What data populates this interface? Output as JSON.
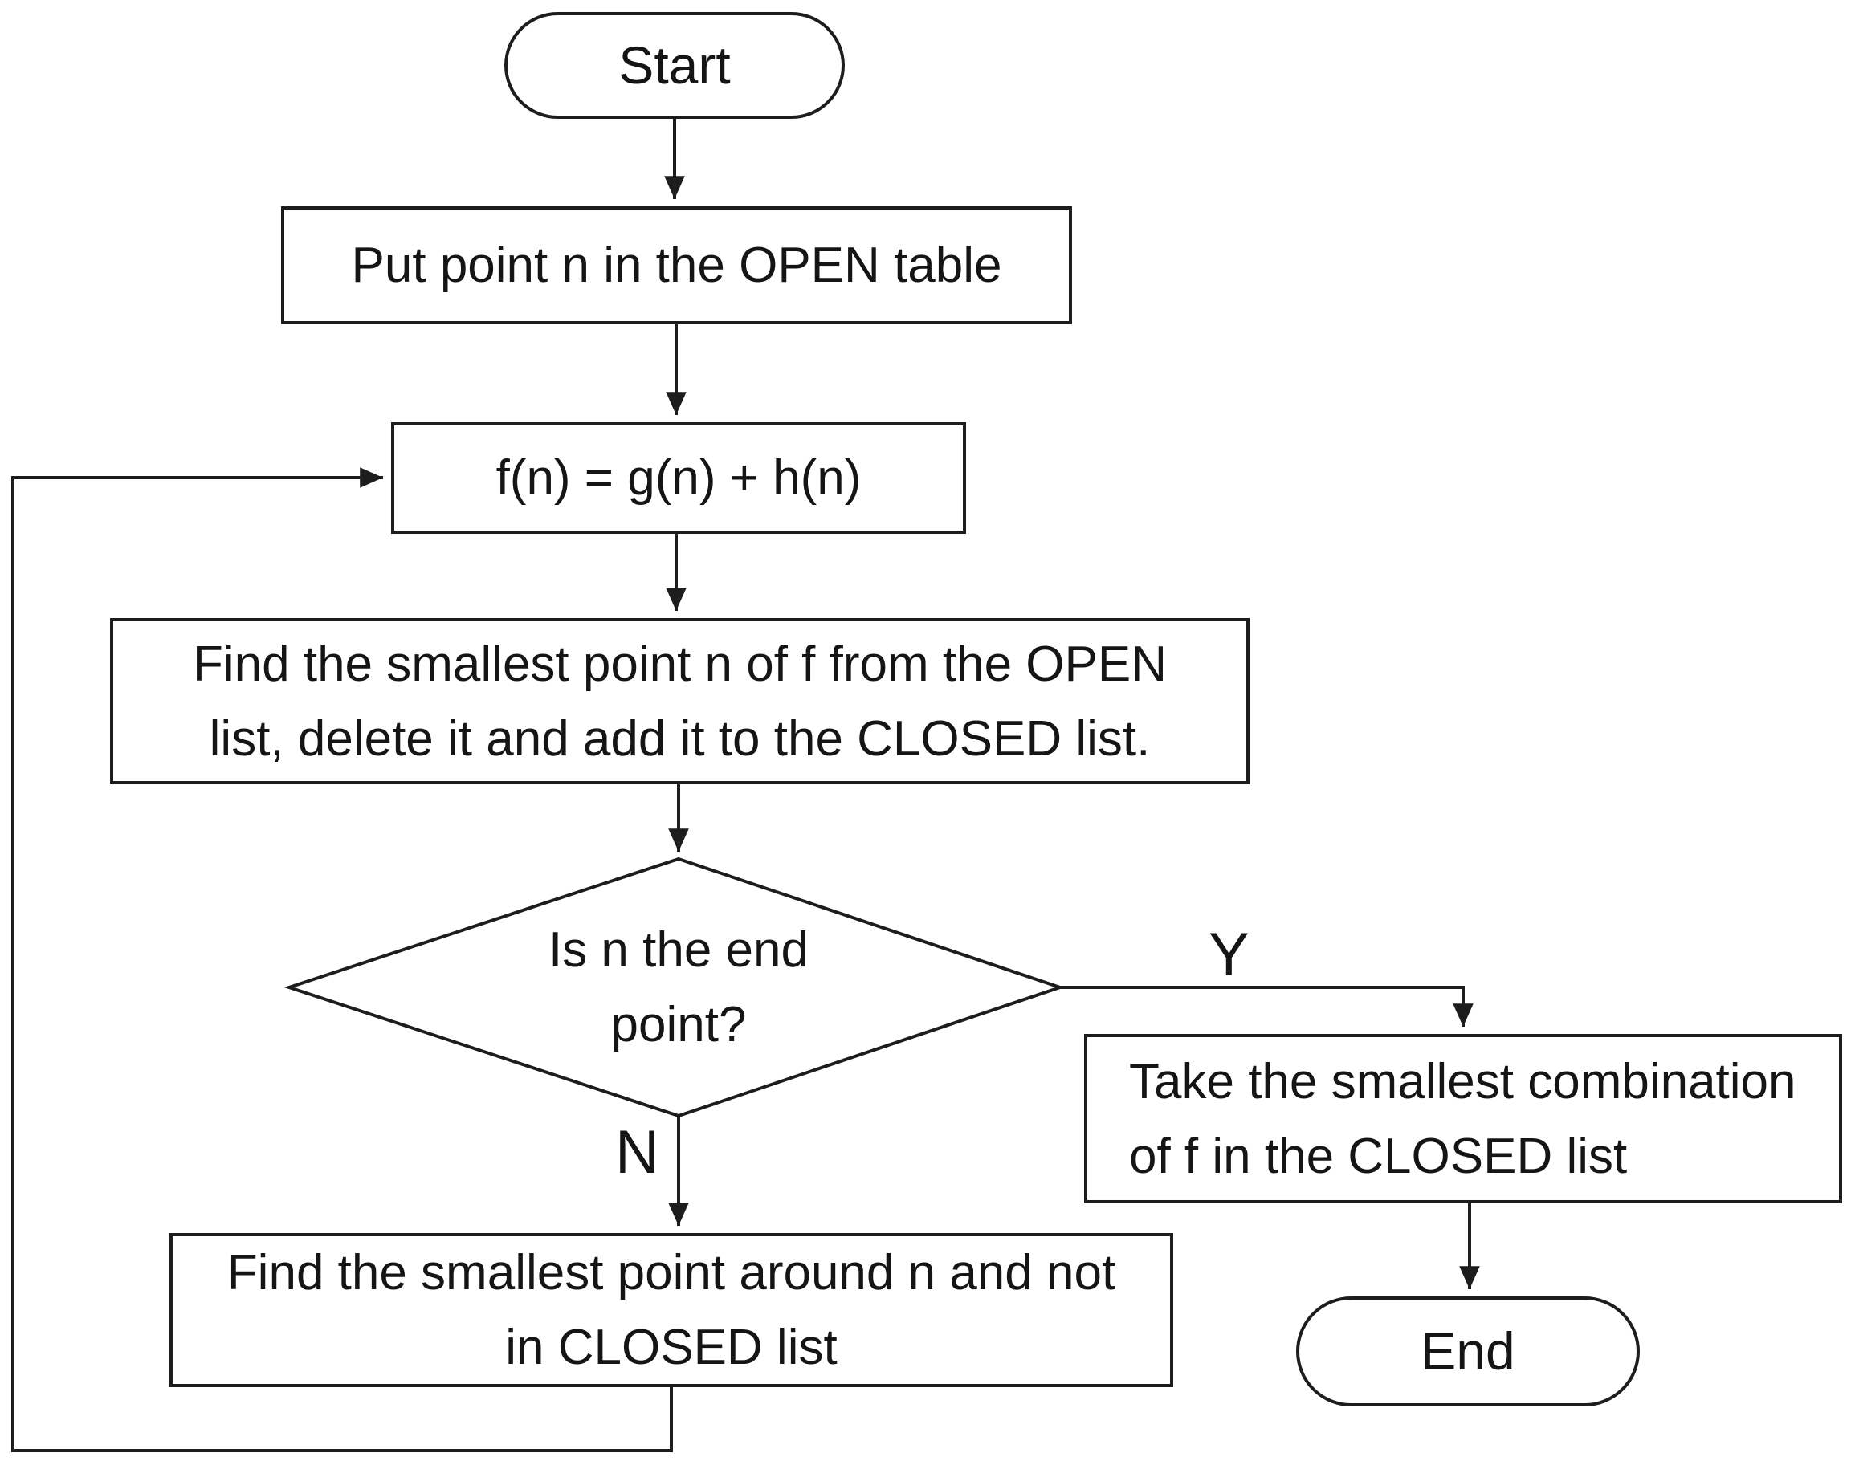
{
  "diagram": {
    "type": "flowchart",
    "colors": {
      "stroke": "#1d1d1d",
      "background": "#ffffff",
      "text": "#151515"
    },
    "nodes": {
      "start": {
        "shape": "terminator",
        "label": "Start"
      },
      "put_point": {
        "shape": "process",
        "label": "Put point n in the OPEN table"
      },
      "formula": {
        "shape": "process",
        "label": "f(n) = g(n) + h(n)"
      },
      "find_smallest_open": {
        "shape": "process",
        "label": "Find the smallest point n of f from the OPEN\nlist, delete it and add it to the CLOSED list."
      },
      "decision": {
        "shape": "decision",
        "label": "Is n the end\npoint?"
      },
      "take_smallest": {
        "shape": "process",
        "label": "Take the smallest combination\nof f in the CLOSED list"
      },
      "end": {
        "shape": "terminator",
        "label": "End"
      },
      "find_smallest_around": {
        "shape": "process",
        "label": "Find the smallest point around n and not\nin CLOSED list"
      }
    },
    "edges": [
      {
        "from": "start",
        "to": "put_point",
        "label": ""
      },
      {
        "from": "put_point",
        "to": "formula",
        "label": ""
      },
      {
        "from": "formula",
        "to": "find_smallest_open",
        "label": ""
      },
      {
        "from": "find_smallest_open",
        "to": "decision",
        "label": ""
      },
      {
        "from": "decision",
        "to": "take_smallest",
        "label": "Y"
      },
      {
        "from": "decision",
        "to": "find_smallest_around",
        "label": "N"
      },
      {
        "from": "take_smallest",
        "to": "end",
        "label": ""
      },
      {
        "from": "find_smallest_around",
        "to": "formula",
        "label": ""
      }
    ]
  }
}
